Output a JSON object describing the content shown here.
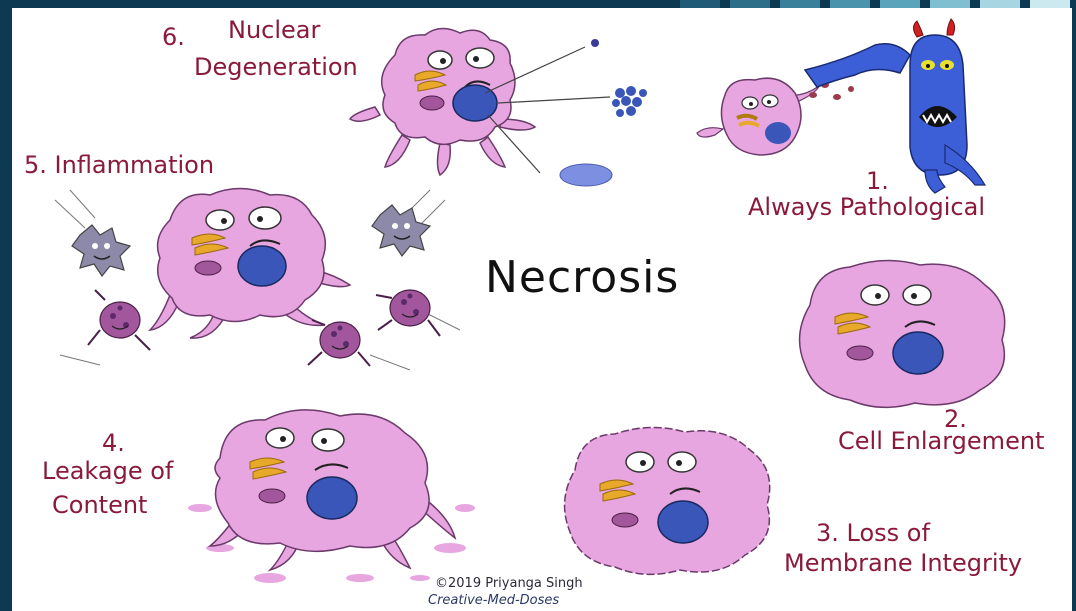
{
  "title": "Necrosis",
  "labels": {
    "n1_num": "1.",
    "n1_text": "Always Pathological",
    "n2_num": "2.",
    "n2_text": "Cell Enlargement",
    "n3_line1": "3.  Loss of",
    "n3_line2": "Membrane Integrity",
    "n4_num": "4.",
    "n4_line1": "Leakage of",
    "n4_line2": "Content",
    "n5": "5. Inflammation",
    "n6_num": "6.",
    "n6_line1": "Nuclear",
    "n6_line2": "Degeneration"
  },
  "credit": {
    "line1": "©2019 Priyanga Singh",
    "line2": "Creative-Med-Doses"
  },
  "colors": {
    "cell": "#e7a6e0",
    "cell_outline": "#6b3a6b",
    "nucleus": "#3a56b8",
    "mitochondria": "#e8a82a",
    "label": "#8a1a3a",
    "monster": "#3c5fd8",
    "macrophage": "#8c8aa8",
    "neutrophil": "#a2579c"
  }
}
